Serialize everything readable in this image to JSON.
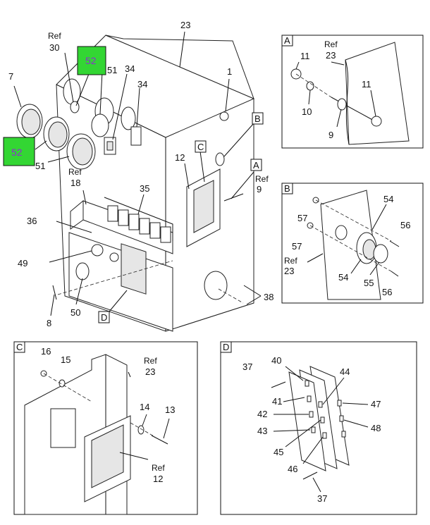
{
  "main": {
    "callouts": {
      "c23": "23",
      "c1": "1",
      "ref30_ref": "Ref",
      "ref30_num": "30",
      "c52a": "52",
      "c52b": "52",
      "c51a": "51",
      "c51b": "51",
      "c34a": "34",
      "c34b": "34",
      "c7": "7",
      "ref18_ref": "Ref",
      "ref18_num": "18",
      "c35": "35",
      "c36": "36",
      "c49": "49",
      "c50": "50",
      "c8": "8",
      "c12": "12",
      "ref9_ref": "Ref",
      "ref9_num": "9",
      "c38": "38",
      "boxB": "B",
      "boxC": "C",
      "boxA": "A",
      "boxD": "D"
    }
  },
  "detailA": {
    "letter": "A",
    "callouts": {
      "ref23_ref": "Ref",
      "ref23_num": "23",
      "c11a": "11",
      "c11b": "11",
      "c10": "10",
      "c9": "9"
    }
  },
  "detailB": {
    "letter": "B",
    "callouts": {
      "c57a": "57",
      "c57b": "57",
      "c54a": "54",
      "c54b": "54",
      "c56a": "56",
      "c56b": "56",
      "c55": "55",
      "ref23_ref": "Ref",
      "ref23_num": "23"
    }
  },
  "detailC": {
    "letter": "C",
    "callouts": {
      "c16": "16",
      "c15": "15",
      "ref23_ref": "Ref",
      "ref23_num": "23",
      "c14": "14",
      "c13": "13",
      "ref12_ref": "Ref",
      "ref12_num": "12"
    }
  },
  "detailD": {
    "letter": "D",
    "callouts": {
      "c40": "40",
      "c44": "44",
      "c37a": "37",
      "c37b": "37",
      "c41": "41",
      "c47": "47",
      "c42": "42",
      "c43": "43",
      "c48": "48",
      "c45": "45",
      "c46": "46"
    }
  },
  "colors": {
    "highlight": "#33d633",
    "highlight_text": "#8c2fd0"
  }
}
